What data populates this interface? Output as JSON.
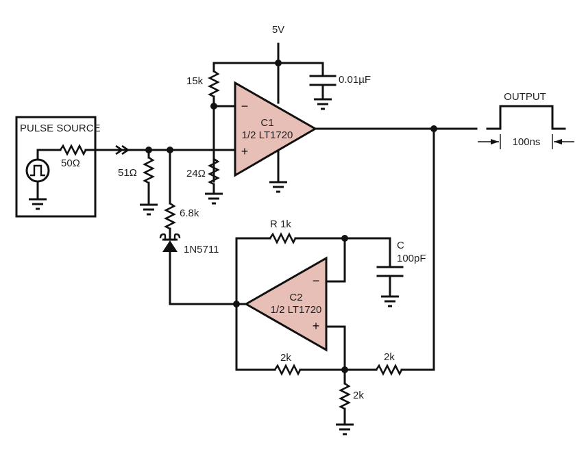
{
  "diagram": {
    "supply_label": "5V",
    "pulse_source": {
      "box_label": "PULSE SOURCE",
      "series_resistor": "50Ω"
    },
    "input_termination": "51Ω",
    "comparator_c1": {
      "name": "C1",
      "part": "1/2 LT1720",
      "minus": "−",
      "plus": "+",
      "feedback_top_resistor": "15k",
      "bottom_resistor": "24Ω",
      "bypass_cap": "0.01µF"
    },
    "comparator_c2": {
      "name": "C2",
      "part": "1/2 LT1720",
      "minus": "−",
      "plus": "+",
      "timing_resistor": "R  1k",
      "timing_cap_name": "C",
      "timing_cap_value": "100pF",
      "divider_left": "2k",
      "divider_right": "2k",
      "divider_bottom": "2k"
    },
    "pulldown_resistor": "6.8k",
    "diode": "1N5711",
    "output": {
      "label": "OUTPUT",
      "pulse_width": "100ns"
    },
    "colors": {
      "opamp_fill": "#e7bfb6",
      "wire": "#111111",
      "text": "#231f20"
    }
  }
}
